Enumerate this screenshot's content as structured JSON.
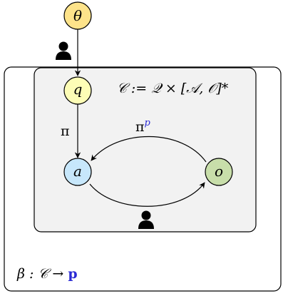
{
  "nodes": {
    "theta": {
      "label": "θ",
      "fill": "#fde38a"
    },
    "q": {
      "label": "q",
      "fill": "#fdfdb6"
    },
    "a": {
      "label": "a",
      "fill": "#c7e7fb"
    },
    "o": {
      "label": "o",
      "fill": "#c8deaa"
    }
  },
  "edges": {
    "q_to_a": {
      "label": "π"
    },
    "o_to_a": {
      "label_base": "π",
      "label_sup": "p"
    }
  },
  "inner_box": {
    "definition": "𝒞 := 𝒬 × [𝒜, 𝒪]*",
    "fill": "#f2f2f2"
  },
  "outer_box": {
    "mapping_lhs": "β : 𝒞 → ",
    "mapping_rhs": "p"
  },
  "icons": [
    "user-icon-top",
    "user-icon-bottom"
  ],
  "colors": {
    "stroke": "#000000",
    "accent_blue": "#2b2bd4"
  }
}
